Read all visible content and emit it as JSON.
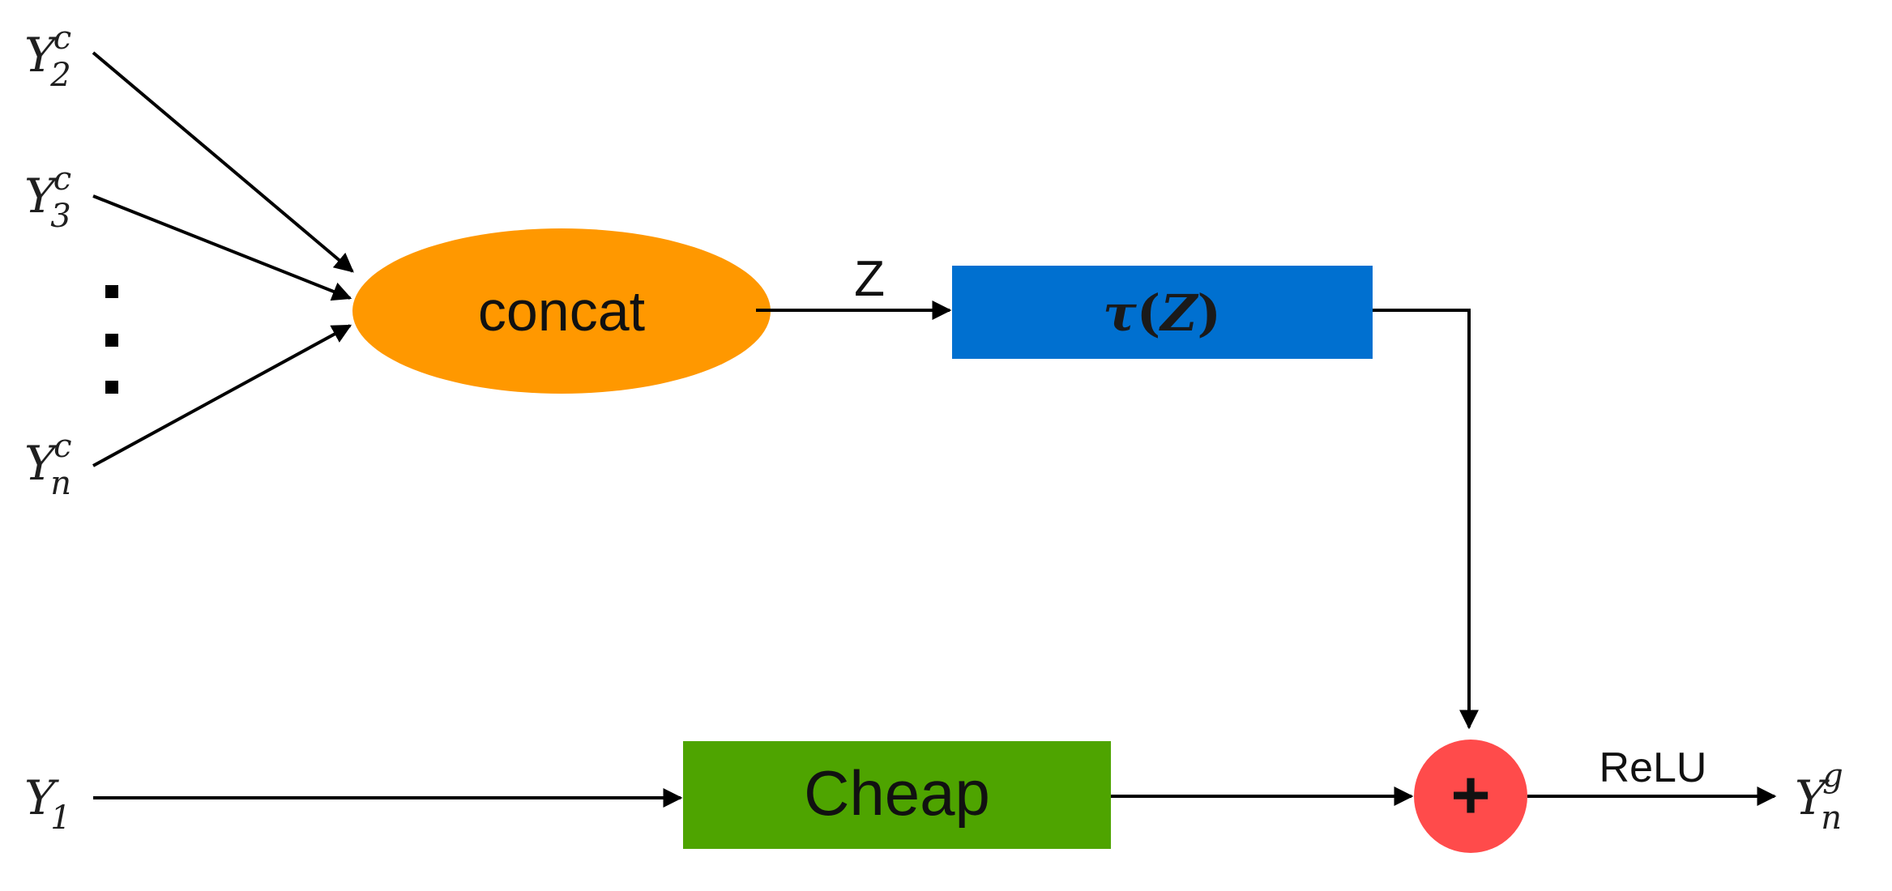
{
  "inputs": [
    {
      "base": "Y",
      "sub": "2",
      "sup": "c"
    },
    {
      "base": "Y",
      "sub": "3",
      "sup": "c"
    },
    {
      "base": "Y",
      "sub": "n",
      "sup": "c"
    }
  ],
  "y1": {
    "base": "Y",
    "sub": "1"
  },
  "concat_label": "concat",
  "z_label": "Z",
  "tau_label": {
    "fn": "τ",
    "arg": "Z"
  },
  "cheap_label": "Cheap",
  "plus_symbol": "+",
  "relu_label": "ReLU",
  "output": {
    "base": "Y",
    "sub": "n",
    "sup": "g"
  },
  "colors": {
    "concat": "#ff9800",
    "tau": "#0070d0",
    "cheap": "#4ea400",
    "plus": "#ff4b4b",
    "line": "#000000"
  }
}
